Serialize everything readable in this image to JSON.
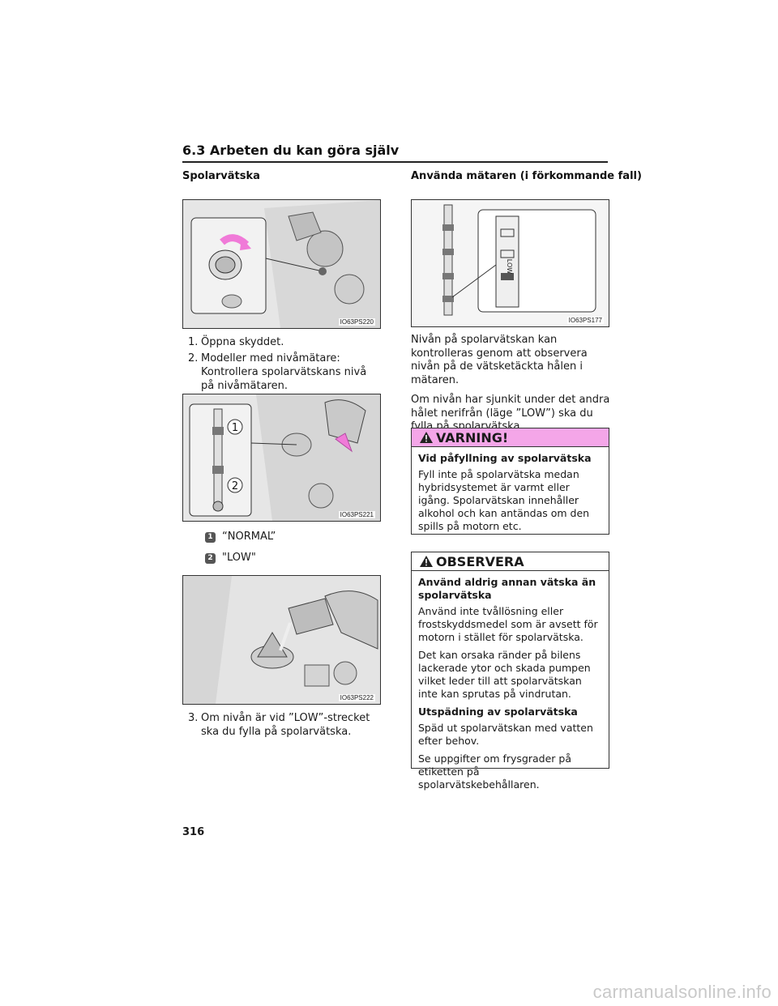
{
  "header": {
    "title": "6.3 Arbeten du kan göra själv"
  },
  "left": {
    "title": "Spolarvätska",
    "fig1_code": "IO63PS220",
    "steps_a": [
      {
        "num": "1.",
        "text": "Öppna skyddet."
      },
      {
        "num": "2.",
        "text": "Modeller med nivåmätare: Kontrollera spolarvätskans nivå på nivåmätaren."
      }
    ],
    "fig2_code": "IO63PS221",
    "fig2_labels": [
      "1",
      "2"
    ],
    "callouts": [
      {
        "badge": "1",
        "text": "“NORMAL”"
      },
      {
        "badge": "2",
        "text": "\"LOW\""
      }
    ],
    "fig3_code": "IO63PS222",
    "step3": {
      "num": "3.",
      "text": "Om nivån är vid ”LOW”-strecket ska du fylla på spolarvätska."
    }
  },
  "right": {
    "title": "Använda mätaren (i förkommande fall)",
    "fig_code": "IO63PS177",
    "gauge_label": "LOW",
    "paragraphs": [
      "Nivån på spolarvätskan kan kontrolleras genom att observera nivån på de vätsketäckta hålen i mätaren.",
      "Om nivån har sjunkit under det andra hålet nerifrån (läge ”LOW”) ska du fylla på spolarvätska."
    ],
    "warning": {
      "title": "VARNING!",
      "subtitle": "Vid påfyllning av spolarvätska",
      "body": "Fyll inte på spolarvätska medan hybridsystemet är varmt eller igång. Spolarvätskan innehåller alkohol och kan antändas om den spills på motorn etc."
    },
    "notice": {
      "title": "OBSERVERA",
      "sub1": "Använd aldrig annan vätska än spolarvätska",
      "p1": "Använd inte tvållösning eller frostskyddsmedel som är avsett för motorn i stället för spolarvätska.",
      "p2": "Det kan orsaka ränder på bilens lackerade ytor och skada pumpen vilket leder till att spolarvätskan inte kan sprutas på vindrutan.",
      "sub2": "Utspädning av spolarvätska",
      "p3": "Späd ut spolarvätskan med vatten efter behov.",
      "p4": "Se uppgifter om frysgrader på etiketten på spolarvätskebehållaren."
    }
  },
  "page_number": "316",
  "watermark": "carmanualsonline.info",
  "colors": {
    "warning_header": "#f4a6e8",
    "arrow": "#f07ad8"
  }
}
